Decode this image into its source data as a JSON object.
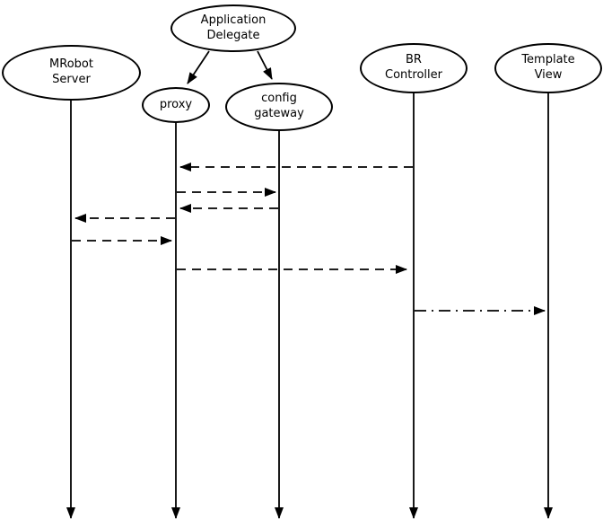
{
  "diagram": {
    "type": "sequence-diagram",
    "colors": {
      "stroke": "#000000",
      "background": "#ffffff"
    },
    "nodes": {
      "application_delegate": {
        "line1": "Application",
        "line2": "Delegate"
      },
      "mrobot_server": {
        "line1": "MRobot",
        "line2": "Server"
      },
      "proxy": {
        "line1": "proxy"
      },
      "config_gateway": {
        "line1": "config",
        "line2": "gateway"
      },
      "br_controller": {
        "line1": "BR",
        "line2": "Controller"
      },
      "template_view": {
        "line1": "Template",
        "line2": "View"
      }
    },
    "edges": [
      {
        "from": "application_delegate",
        "to": "proxy",
        "style": "solid"
      },
      {
        "from": "application_delegate",
        "to": "config_gateway",
        "style": "solid"
      },
      {
        "from": "br_controller",
        "to": "proxy",
        "style": "dashed"
      },
      {
        "from": "proxy",
        "to": "config_gateway",
        "style": "dashed"
      },
      {
        "from": "config_gateway",
        "to": "proxy",
        "style": "dashed"
      },
      {
        "from": "proxy",
        "to": "mrobot_server",
        "style": "dashed"
      },
      {
        "from": "mrobot_server",
        "to": "proxy",
        "style": "dashed"
      },
      {
        "from": "proxy",
        "to": "br_controller",
        "style": "dashed"
      },
      {
        "from": "br_controller",
        "to": "template_view",
        "style": "dash-dot"
      }
    ],
    "lifelines": [
      "mrobot_server",
      "proxy",
      "config_gateway",
      "br_controller",
      "template_view"
    ]
  }
}
